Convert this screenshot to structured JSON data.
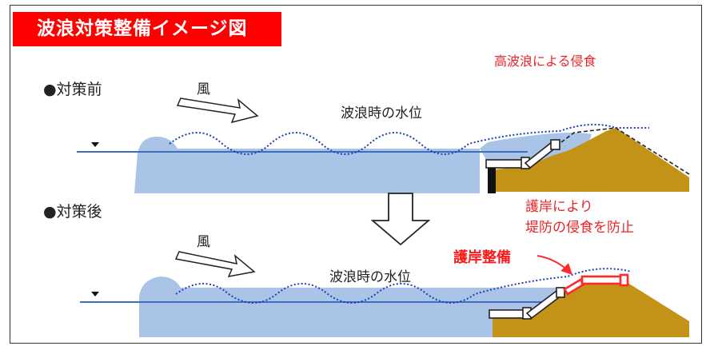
{
  "title": "波浪対策整備イメージ図",
  "before": {
    "heading": "●対策前",
    "wind_label": "風",
    "water_level_label": "波浪時の水位",
    "erosion_label": "高波浪による侵食"
  },
  "after": {
    "heading": "●対策後",
    "wind_label": "風",
    "water_level_label": "波浪時の水位",
    "note_line1": "護岸により",
    "note_line2": "堤防の侵食を防止",
    "works_label": "護岸整備"
  },
  "colors": {
    "title_bg": "#ff0000",
    "water": "#a9c4e6",
    "water_line": "#3e6fbf",
    "wave_dots": "#1f3fb5",
    "embankment": "#c29316",
    "revetment_new": "#ff2a2a",
    "accent_red": "#e8242a"
  }
}
